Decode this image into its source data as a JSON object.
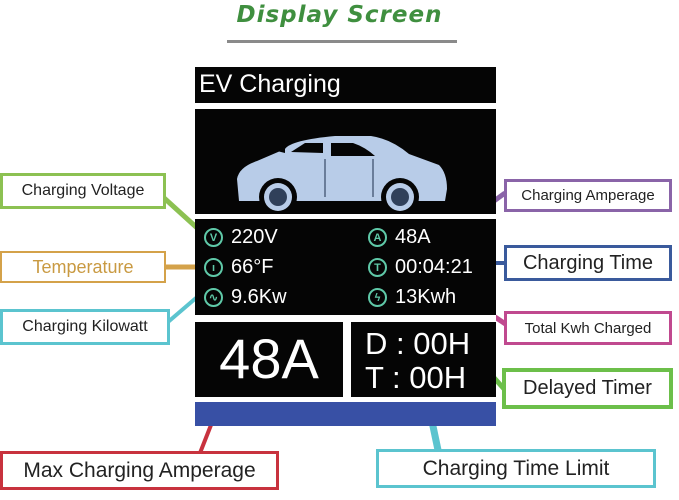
{
  "header": {
    "title": "Display Screen"
  },
  "screen": {
    "title": "EV Charging",
    "stats": {
      "voltage": {
        "icon": "voltage-icon",
        "glyph": "V",
        "value": "220V"
      },
      "temperature": {
        "icon": "thermometer-icon",
        "glyph": "🌡",
        "value": "66°F"
      },
      "kilowatt": {
        "icon": "pulse-icon",
        "glyph": "∿",
        "value": "9.6Kw"
      },
      "amperage": {
        "icon": "ampere-icon",
        "glyph": "A",
        "value": "48A"
      },
      "time": {
        "icon": "timer-icon",
        "glyph": "T",
        "value": "00:04:21"
      },
      "energy": {
        "icon": "lightning-icon",
        "glyph": "ϟ",
        "value": "13Kwh"
      }
    },
    "max_amperage": "48A",
    "delayed_timer": "D : 00H",
    "time_limit": "T : 00H",
    "bar_color": "#3850a5"
  },
  "labels": {
    "charging_voltage": {
      "text": "Charging Voltage",
      "color": "#8cc152"
    },
    "temperature": {
      "text": "Temperature",
      "color": "#d4a24a"
    },
    "charging_kilowatt": {
      "text": "Charging Kilowatt",
      "color": "#5bc4cf"
    },
    "charging_amperage": {
      "text": "Charging Amperage",
      "color": "#8a64a8"
    },
    "charging_time": {
      "text": "Charging Time",
      "color": "#3a5a9c"
    },
    "total_kwh": {
      "text": "Total Kwh Charged",
      "color": "#c0498f"
    },
    "delayed_timer": {
      "text": "Delayed Timer",
      "color": "#6cbf4a"
    },
    "max_charging_amperage": {
      "text": "Max Charging Amperage",
      "color": "#c8323e"
    },
    "charging_time_limit": {
      "text": "Charging Time Limit",
      "color": "#5bc4cf"
    }
  }
}
